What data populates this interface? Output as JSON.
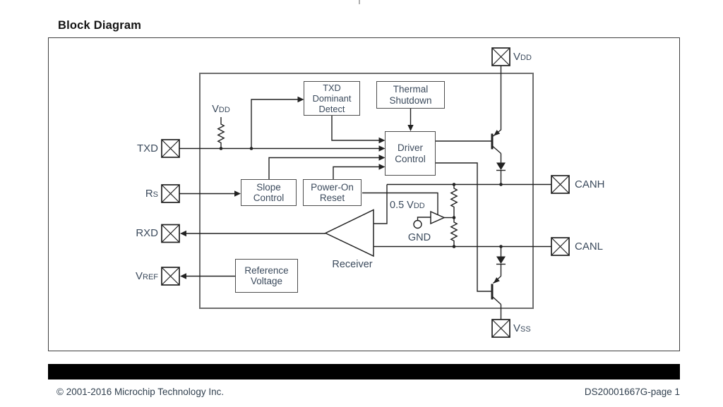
{
  "title": "Block Diagram",
  "colors": {
    "wire": "#222222",
    "text": "#3b4a5c",
    "footer_bar": "#000000"
  },
  "blocks": {
    "txd_dominant_detect": {
      "line1": "TXD",
      "line2": "Dominant",
      "line3": "Detect"
    },
    "thermal_shutdown": {
      "line1": "Thermal",
      "line2": "Shutdown"
    },
    "driver_control": {
      "line1": "Driver",
      "line2": "Control"
    },
    "slope_control": {
      "line1": "Slope",
      "line2": "Control"
    },
    "power_on_reset": {
      "line1": "Power-On",
      "line2": "Reset"
    },
    "reference_voltage": {
      "line1": "Reference",
      "line2": "Voltage"
    },
    "receiver": {
      "label": "Receiver"
    }
  },
  "pins": {
    "txd": {
      "label": "TXD"
    },
    "rs": {
      "label": "R",
      "sub": "S"
    },
    "rxd": {
      "label": "RXD"
    },
    "vref": {
      "label": "V",
      "sub": "REF"
    },
    "vdd": {
      "label": "V",
      "sub": "DD"
    },
    "canh": {
      "label": "CANH"
    },
    "canl": {
      "label": "CANL"
    },
    "vss": {
      "label": "V",
      "sub": "SS"
    }
  },
  "annotations": {
    "pullup_vdd": {
      "label": "V",
      "sub": "DD"
    },
    "half_vdd": {
      "label": "0.5 V",
      "sub": "DD"
    },
    "gnd": "GND"
  },
  "footer": {
    "copyright": "© 2001-2016 Microchip Technology Inc.",
    "doc_ref": "DS20001667G-page 1"
  }
}
